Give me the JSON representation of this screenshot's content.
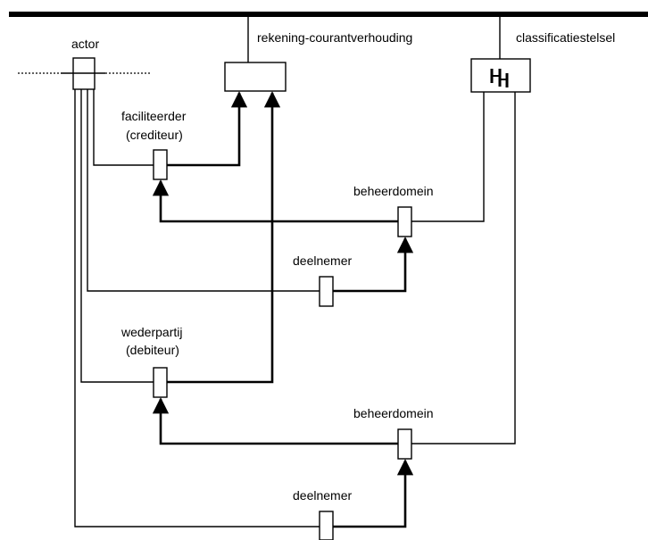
{
  "labels": {
    "actor": "actor",
    "rekening_courantverhouding": "rekening-courantverhouding",
    "classificatiestelsel": "classificatiestelsel",
    "faciliteerder_line1": "faciliteerder",
    "faciliteerder_line2": "(crediteur)",
    "beheerdomein_1": "beheerdomein",
    "deelnemer_1": "deelnemer",
    "wederpartij_line1": "wederpartij",
    "wederpartij_line2": "(debiteur)",
    "beheerdomein_2": "beheerdomein",
    "deelnemer_2": "deelnemer"
  },
  "icons": {
    "classificatiestelsel_symbol": "hierarchy-icon"
  },
  "colors": {
    "line": "#000000",
    "background": "#ffffff"
  }
}
